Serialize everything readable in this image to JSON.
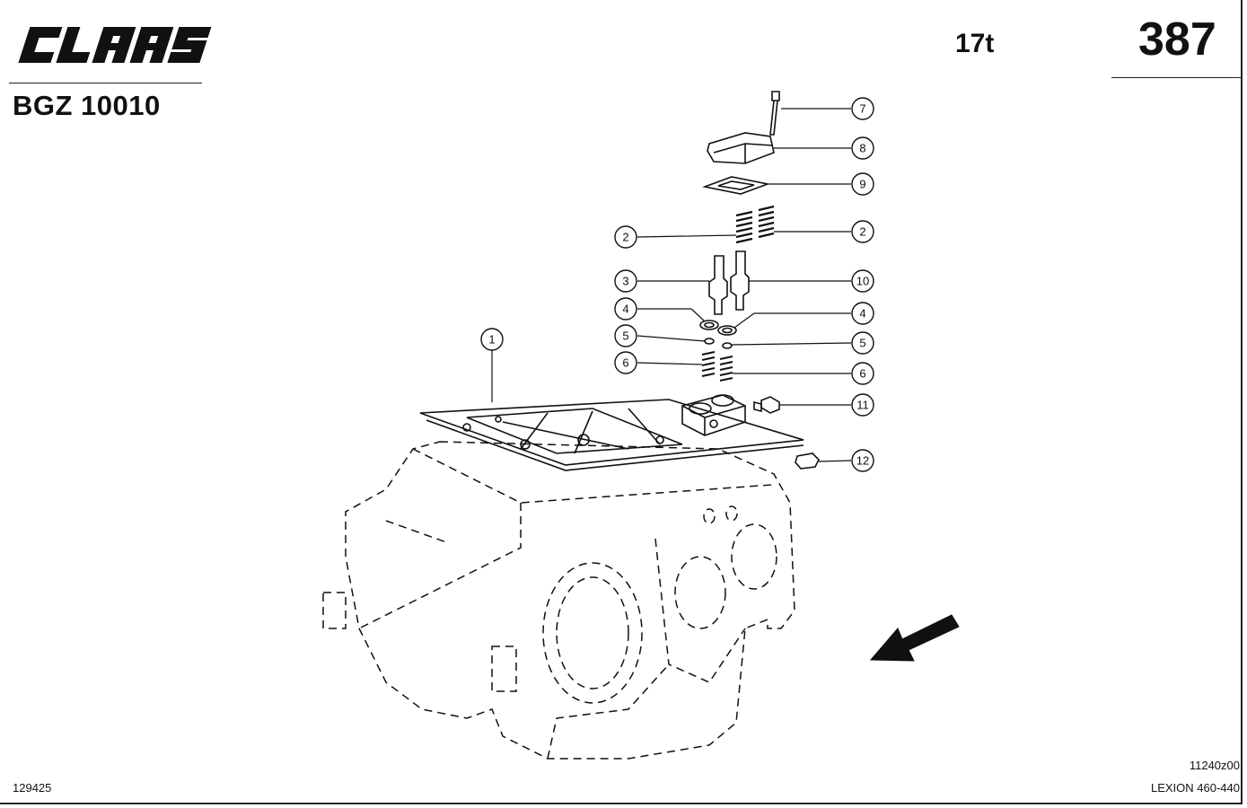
{
  "header": {
    "brand": "CLAAS",
    "diagram_code": "BGZ 10010",
    "weight_label": "17t",
    "page_number": "387"
  },
  "footer": {
    "left_number": "129425",
    "drawing_code": "11240z00",
    "model": "LEXION 460-440"
  },
  "callouts": [
    {
      "label": "7"
    },
    {
      "label": "8"
    },
    {
      "label": "9"
    },
    {
      "label": "2"
    },
    {
      "label": "2"
    },
    {
      "label": "3"
    },
    {
      "label": "10"
    },
    {
      "label": "4"
    },
    {
      "label": "4"
    },
    {
      "label": "5"
    },
    {
      "label": "5"
    },
    {
      "label": "6"
    },
    {
      "label": "6"
    },
    {
      "label": "1"
    },
    {
      "label": "11"
    },
    {
      "label": "12"
    }
  ]
}
